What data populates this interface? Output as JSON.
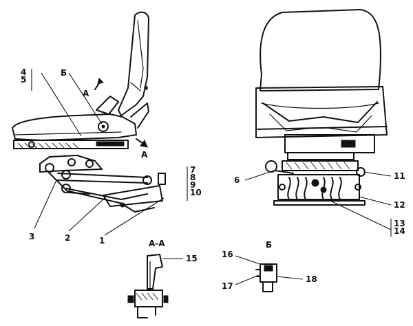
{
  "section_titles": {
    "section_a": "А-А",
    "view_b": "Б"
  },
  "section_arrows": {
    "label": "А"
  },
  "callouts": {
    "c1": "1",
    "c2": "2",
    "c3": "3",
    "c4": "4",
    "c5": "5",
    "c6_side": "Б",
    "c6_rear": "6",
    "c7": "7",
    "c8": "8",
    "c9": "9",
    "c10": "10",
    "c11": "11",
    "c12": "12",
    "c13": "13",
    "c14": "14",
    "c15": "15",
    "c16": "16",
    "c17": "17",
    "c18": "18"
  }
}
